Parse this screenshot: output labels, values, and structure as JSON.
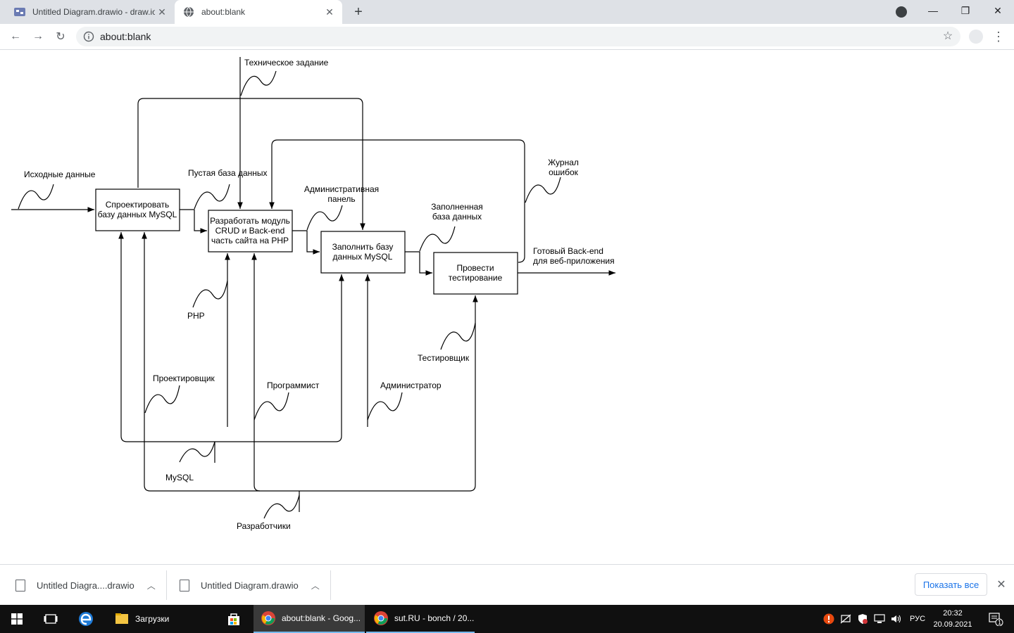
{
  "browser": {
    "tabs": [
      {
        "title": "Untitled Diagram.drawio - draw.io",
        "icon": "drawio-icon",
        "active": false
      },
      {
        "title": "about:blank",
        "icon": "globe-icon",
        "active": true
      }
    ],
    "address": "about:blank"
  },
  "diagram": {
    "boxes": [
      {
        "line1": "Спроектировать",
        "line2": "базу данных MySQL"
      },
      {
        "line1": "Разработать модуль",
        "line2": "CRUD и Back-end",
        "line3": "часть сайта на PHP"
      },
      {
        "line1": "Заполнить базу",
        "line2": "данных MySQL"
      },
      {
        "line1": "Провести",
        "line2": "тестирование"
      }
    ],
    "labels": {
      "tz": "Техническое задание",
      "input": "Исходные данные",
      "empty_db": "Пустая база данных",
      "admin_panel_1": "Административная",
      "admin_panel_2": "панель",
      "filled_db_1": "Заполненная",
      "filled_db_2": "база данных",
      "error_log_1": "Журнал",
      "error_log_2": "ошибок",
      "output_1": "Готовый Back-end",
      "output_2": "для веб-приложения",
      "php": "PHP",
      "tester": "Тестировщик",
      "designer": "Проектировщик",
      "programmer": "Программист",
      "administrator": "Администратор",
      "mysql": "MySQL",
      "developers": "Разработчики"
    }
  },
  "downloads": {
    "items": [
      {
        "name": "Untitled Diagra....drawio"
      },
      {
        "name": "Untitled Diagram.drawio"
      }
    ],
    "show_all": "Показать все"
  },
  "taskbar": {
    "apps": [
      {
        "label": "Загрузки"
      },
      {
        "label": "about:blank - Goog..."
      },
      {
        "label": "sut.RU - bonch / 20..."
      }
    ],
    "lang": "РУС",
    "time": "20:32",
    "date": "20.09.2021",
    "notifications": "1"
  }
}
